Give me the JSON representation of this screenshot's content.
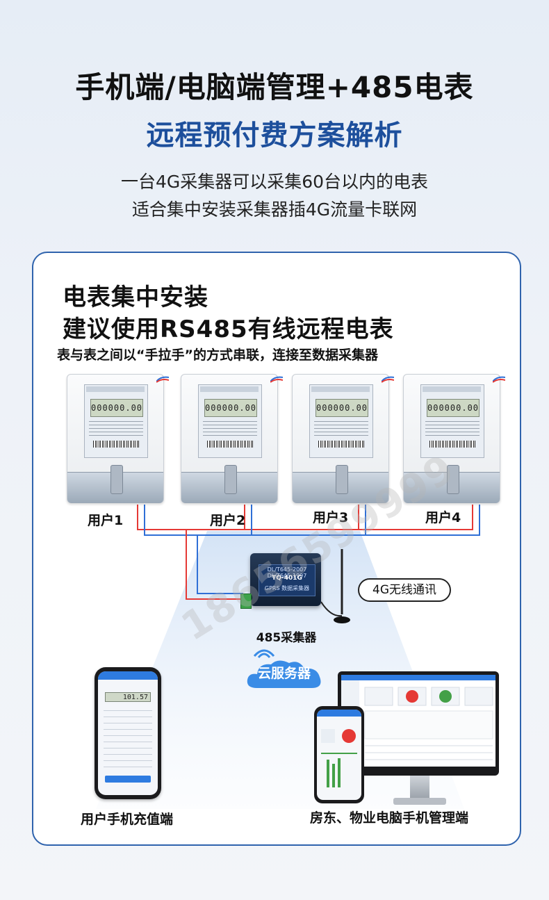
{
  "header": {
    "title": "手机端/电脑端管理+485电表",
    "subtitle": "远程预付费方案解析",
    "desc_line1": "一台4G采集器可以采集60台以内的电表",
    "desc_line2": "适合集中安装采集器插4G流量卡联网"
  },
  "card": {
    "title_line1": "电表集中安装",
    "title_line2": "建议使用RS485有线远程电表",
    "note": "表与表之间以“手拉手”的方式串联，连接至数据采集器"
  },
  "meters": [
    {
      "label": "用户1",
      "reading": "000000.00"
    },
    {
      "label": "用户2",
      "reading": "000000.00"
    },
    {
      "label": "用户3",
      "reading": "000000.00"
    },
    {
      "label": "用户4",
      "reading": "000000.00"
    }
  ],
  "gateway": {
    "label": "485采集器",
    "plate_line1": "DL/T645-2007  DL/T645-1997",
    "plate_model": "TQ-401G",
    "plate_line3": "GPRS 数据采集器",
    "wireless_label": "4G无线通讯"
  },
  "cloud": {
    "label": "云服务器"
  },
  "phone": {
    "reading": "101.57",
    "label": "用户手机充值端"
  },
  "admin": {
    "label": "房东、物业电脑手机管理端"
  },
  "watermark": "18656599999",
  "colors": {
    "accent": "#1d4f9c",
    "border": "#2f63ad",
    "wire_red": "#e53935",
    "wire_blue": "#2f6fd6"
  }
}
